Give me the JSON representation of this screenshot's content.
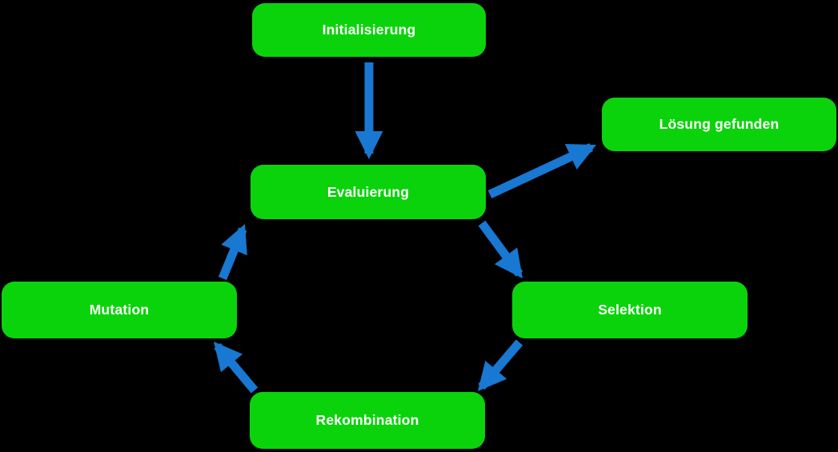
{
  "diagram": {
    "type": "flowchart",
    "colors": {
      "background": "#000000",
      "node_fill": "#0bd30b",
      "node_text": "#ffffff",
      "arrow": "#1878d2"
    },
    "nodes": [
      {
        "id": "initialisierung",
        "label": "Initialisierung"
      },
      {
        "id": "evaluierung",
        "label": "Evaluierung"
      },
      {
        "id": "loesung-gefunden",
        "label": "Lösung gefunden"
      },
      {
        "id": "selektion",
        "label": "Selektion"
      },
      {
        "id": "mutation",
        "label": "Mutation"
      },
      {
        "id": "rekombination",
        "label": "Rekombination"
      }
    ],
    "edges": [
      {
        "from": "initialisierung",
        "to": "evaluierung"
      },
      {
        "from": "evaluierung",
        "to": "loesung-gefunden"
      },
      {
        "from": "evaluierung",
        "to": "selektion"
      },
      {
        "from": "selektion",
        "to": "rekombination"
      },
      {
        "from": "rekombination",
        "to": "mutation"
      },
      {
        "from": "mutation",
        "to": "evaluierung"
      }
    ]
  }
}
